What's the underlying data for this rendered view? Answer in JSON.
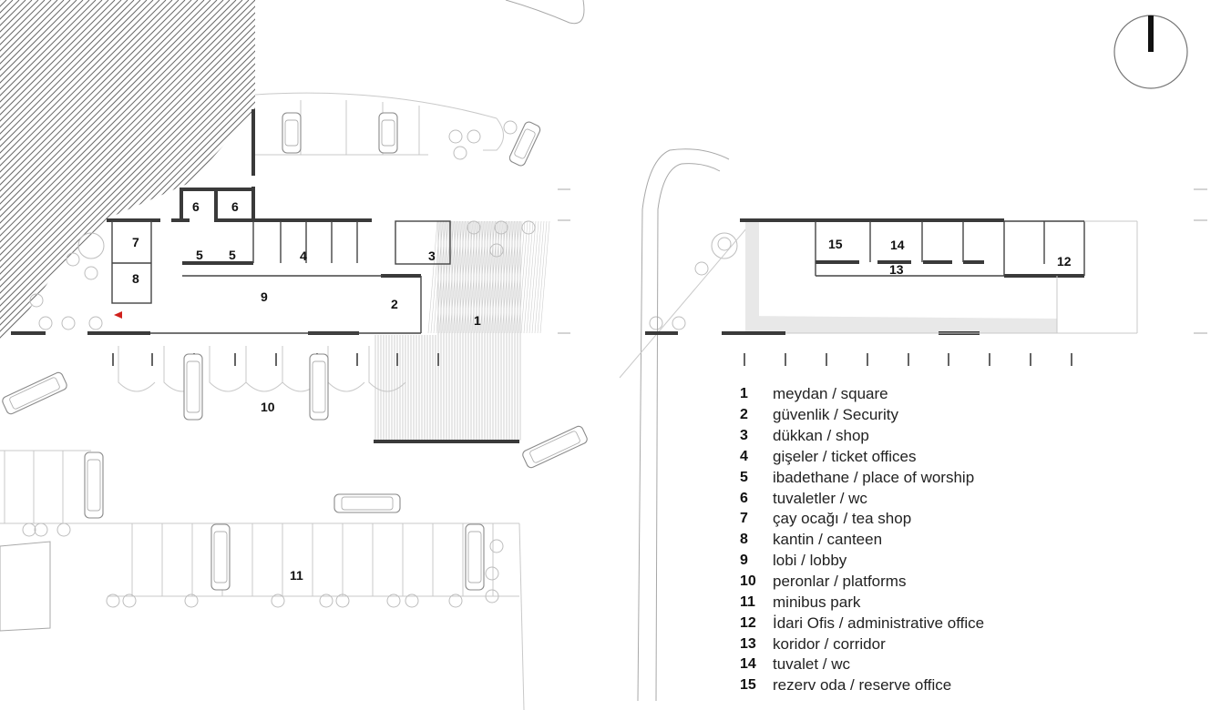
{
  "labels": {
    "r1": "1",
    "r2": "2",
    "r3": "3",
    "r4": "4",
    "r5a": "5",
    "r5b": "5",
    "r6a": "6",
    "r6b": "6",
    "r7": "7",
    "r8": "8",
    "r9": "9",
    "r10": "10",
    "r11": "11",
    "r12": "12",
    "r13": "13",
    "r14": "14",
    "r15": "15"
  },
  "legend": [
    {
      "num": "1",
      "text": "meydan / square"
    },
    {
      "num": "2",
      "text": "güvenlik / Security"
    },
    {
      "num": "3",
      "text": "dükkan / shop"
    },
    {
      "num": "4",
      "text": "gişeler / ticket offices"
    },
    {
      "num": "5",
      "text": "ibadethane / place of worship"
    },
    {
      "num": "6",
      "text": "tuvaletler / wc"
    },
    {
      "num": "7",
      "text": "çay ocağı / tea shop"
    },
    {
      "num": "8",
      "text": "kantin / canteen"
    },
    {
      "num": "9",
      "text": "lobi / lobby"
    },
    {
      "num": "10",
      "text": "peronlar / platforms"
    },
    {
      "num": "11",
      "text": "minibus park"
    },
    {
      "num": "12",
      "text": "İdari Ofis / administrative office"
    },
    {
      "num": "13",
      "text": "koridor / corridor"
    },
    {
      "num": "14",
      "text": "tuvalet / wc"
    },
    {
      "num": "15",
      "text": "rezerv oda / reserve office"
    }
  ],
  "entrance_color": "#d0211c"
}
